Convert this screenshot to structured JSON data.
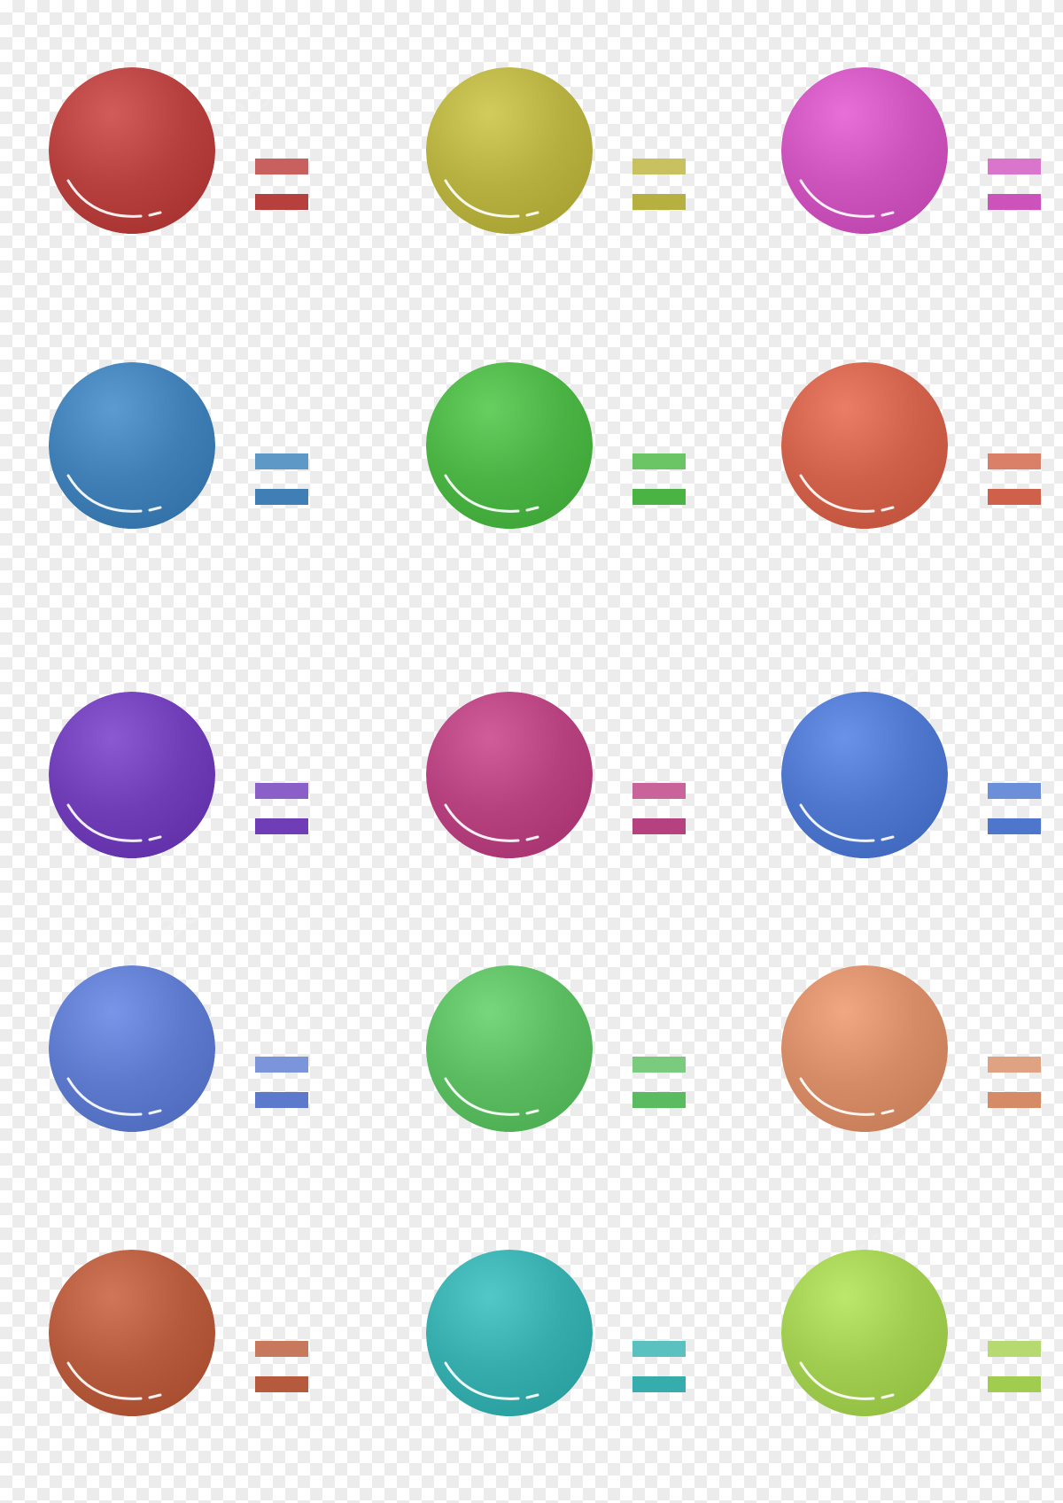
{
  "watermark": {
    "text": "pngtree"
  },
  "items": [
    {
      "name": "red",
      "color": "#b5403e",
      "highlight": "#c86060"
    },
    {
      "name": "olive",
      "color": "#b6b040",
      "highlight": "#c7c160"
    },
    {
      "name": "magenta",
      "color": "#cc52bc",
      "highlight": "#d976cc"
    },
    {
      "name": "steel-blue",
      "color": "#3f7fb5",
      "highlight": "#5e98c6"
    },
    {
      "name": "green",
      "color": "#4ab344",
      "highlight": "#6bc565"
    },
    {
      "name": "coral",
      "color": "#cf614b",
      "highlight": "#db8068"
    },
    {
      "name": "purple",
      "color": "#6f3db5",
      "highlight": "#8b5fc8"
    },
    {
      "name": "raspberry",
      "color": "#b6417f",
      "highlight": "#c9649a"
    },
    {
      "name": "royal-blue",
      "color": "#4d76cc",
      "highlight": "#6b90d9"
    },
    {
      "name": "periwinkle",
      "color": "#5d79cc",
      "highlight": "#7c94d9"
    },
    {
      "name": "leaf-green",
      "color": "#5bbb60",
      "highlight": "#7bcb7f"
    },
    {
      "name": "salmon",
      "color": "#d48b66",
      "highlight": "#dfa283"
    },
    {
      "name": "rust",
      "color": "#b55a3c",
      "highlight": "#c7795e"
    },
    {
      "name": "teal",
      "color": "#36acac",
      "highlight": "#5bc0c0"
    },
    {
      "name": "lime",
      "color": "#a0cc4f",
      "highlight": "#b6d972"
    }
  ],
  "layout_note": ""
}
